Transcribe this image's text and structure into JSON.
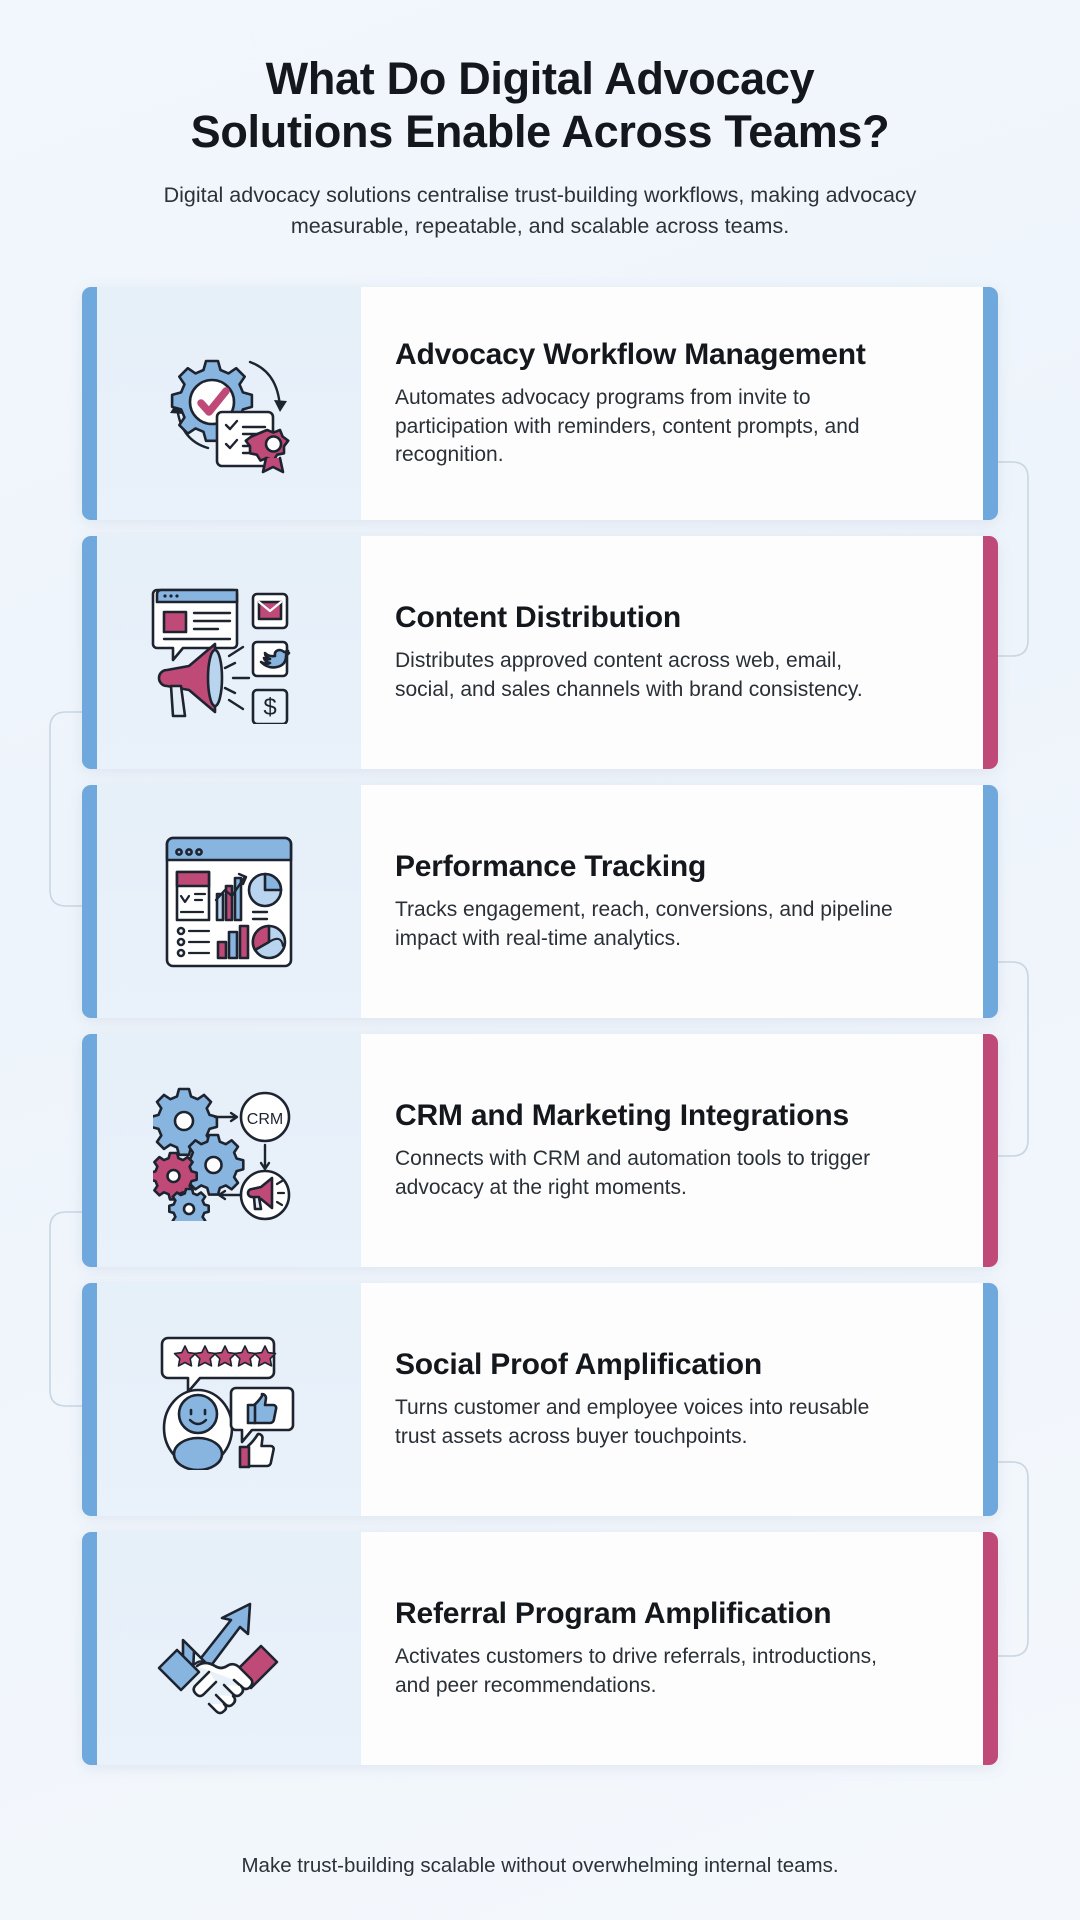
{
  "header": {
    "title_line1": "What Do Digital Advocacy",
    "title_line2": "Solutions Enable Across Teams?",
    "subtitle": "Digital advocacy solutions centralise trust-building workflows, making advocacy measurable, repeatable, and scalable across teams."
  },
  "colors": {
    "accent_blue": "#6fa8dc",
    "accent_pink": "#bf4a78",
    "icon_blue_fill": "#87b5e0",
    "icon_blue_light": "#b9d4ee",
    "icon_pink_fill": "#bf4a78",
    "outline": "#1d2430",
    "background": "#eef4fb",
    "card_body": "#fdfdfd",
    "icon_pane": "#e6f0f9",
    "connector": "#c7d3df"
  },
  "cards": [
    {
      "id": "advocacy-workflow-management",
      "title": "Advocacy Workflow Management",
      "desc": "Automates advocacy programs from invite to participation with reminders, content prompts, and recognition.",
      "icon": "gear-checklist-badge-icon",
      "accent_left": "blue",
      "accent_right": "blue"
    },
    {
      "id": "content-distribution",
      "title": "Content Distribution",
      "desc": "Distributes approved content across web, email, social, and sales channels with brand consistency.",
      "icon": "megaphone-channels-icon",
      "accent_left": "blue",
      "accent_right": "pink"
    },
    {
      "id": "performance-tracking",
      "title": "Performance Tracking",
      "desc": "Tracks engagement, reach, conversions, and pipeline impact with real-time analytics.",
      "icon": "analytics-dashboard-icon",
      "accent_left": "blue",
      "accent_right": "blue"
    },
    {
      "id": "crm-and-marketing-integrations",
      "title": "CRM and Marketing Integrations",
      "desc": "Connects with CRM and automation tools to trigger advocacy at the right moments.",
      "icon": "gears-crm-flow-icon",
      "accent_left": "blue",
      "accent_right": "pink"
    },
    {
      "id": "social-proof-amplification",
      "title": "Social Proof Amplification",
      "desc": "Turns customer and employee voices into reusable trust assets across buyer touchpoints.",
      "icon": "stars-avatar-thumbsup-icon",
      "accent_left": "blue",
      "accent_right": "blue"
    },
    {
      "id": "referral-program-amplification",
      "title": "Referral Program Amplification",
      "desc": "Activates customers to drive referrals, introductions, and peer recommendations.",
      "icon": "handshake-growth-arrow-icon",
      "accent_left": "blue",
      "accent_right": "pink"
    }
  ],
  "icon_labels": {
    "crm": "CRM",
    "dollar": "$"
  },
  "footer": {
    "text": "Make trust-building scalable without overwhelming internal teams."
  }
}
